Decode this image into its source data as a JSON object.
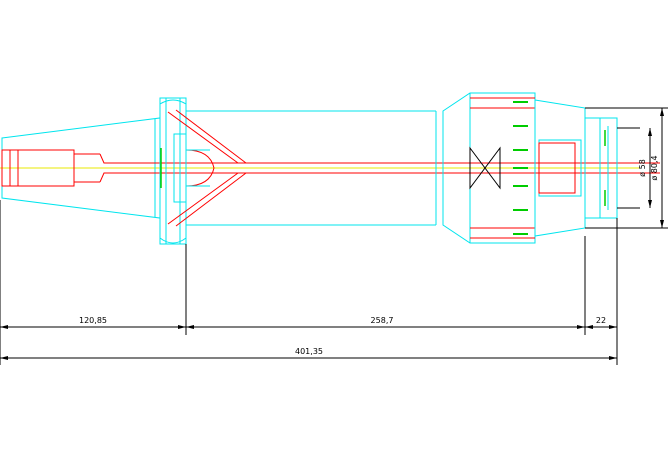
{
  "drawing": {
    "type": "technical-drawing",
    "subject": "tool holder with taper shank and collet nut",
    "colors": {
      "outline": "#00e5ee",
      "hidden": "#ff0000",
      "centerline": "#e8e800",
      "accent": "#00cc00",
      "dimension": "#000000",
      "background": "#ffffff"
    }
  },
  "dimensions": {
    "horizontal": [
      {
        "id": "taper-length",
        "label": "120,85"
      },
      {
        "id": "body-length",
        "label": "258,7"
      },
      {
        "id": "nose-length",
        "label": "22"
      },
      {
        "id": "overall-length",
        "label": "401,35"
      }
    ],
    "vertical": [
      {
        "id": "bore-diameter",
        "label": "ø 58"
      },
      {
        "id": "nose-diameter",
        "label": "ø 80,4"
      }
    ]
  }
}
